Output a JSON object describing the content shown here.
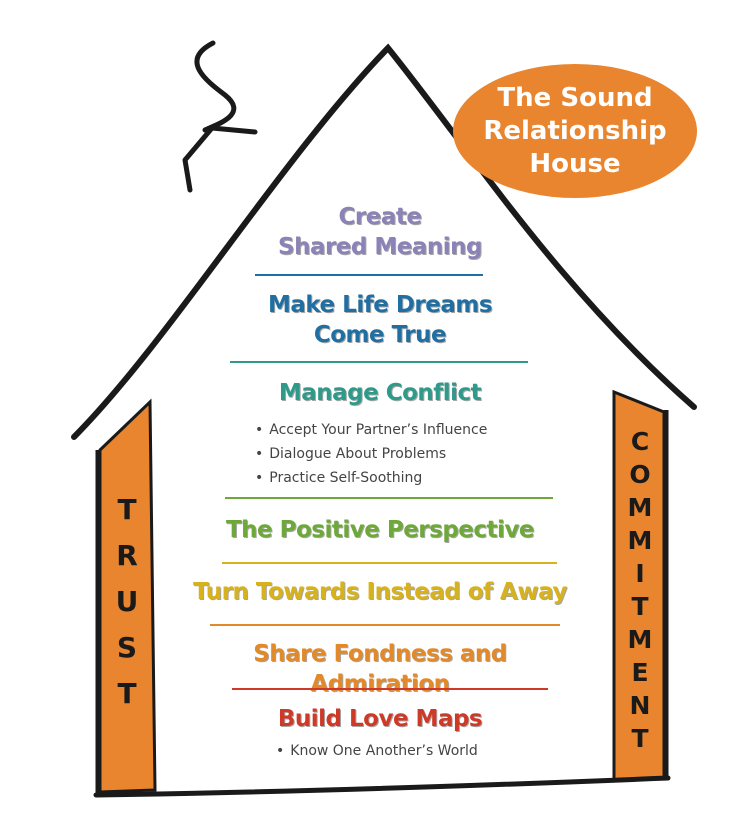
{
  "title": {
    "lines": [
      "The Sound",
      "Relationship",
      "House"
    ],
    "color": "#e8852e"
  },
  "pillars": {
    "left": {
      "label": "TRUST",
      "letters": [
        "T",
        "R",
        "U",
        "S",
        "T"
      ]
    },
    "right": {
      "label": "COMMITMENT",
      "letters": [
        "C",
        "O",
        "M",
        "M",
        "I",
        "T",
        "M",
        "E",
        "N",
        "T"
      ]
    },
    "color": "#e8852e"
  },
  "levels": [
    {
      "lines": [
        "Create",
        "Shared Meaning"
      ],
      "color": "#8b82b8",
      "bullets": []
    },
    {
      "lines": [
        "Make Life Dreams",
        "Come True"
      ],
      "color": "#1f6fa3",
      "bullets": []
    },
    {
      "lines": [
        "Manage Conflict"
      ],
      "color": "#2f9a8a",
      "bullets": [
        "Accept Your Partner’s Influence",
        "Dialogue About Problems",
        "Practice Self-Soothing"
      ]
    },
    {
      "lines": [
        "The Positive Perspective"
      ],
      "color": "#6fa83a",
      "bullets": []
    },
    {
      "lines": [
        "Turn Towards Instead of Away"
      ],
      "color": "#d7b21c",
      "bullets": []
    },
    {
      "lines": [
        "Share Fondness and Admiration"
      ],
      "color": "#e28a2a",
      "bullets": []
    },
    {
      "lines": [
        "Build Love Maps"
      ],
      "color": "#cf3a28",
      "bullets": [
        "Know One Another’s World"
      ]
    }
  ]
}
